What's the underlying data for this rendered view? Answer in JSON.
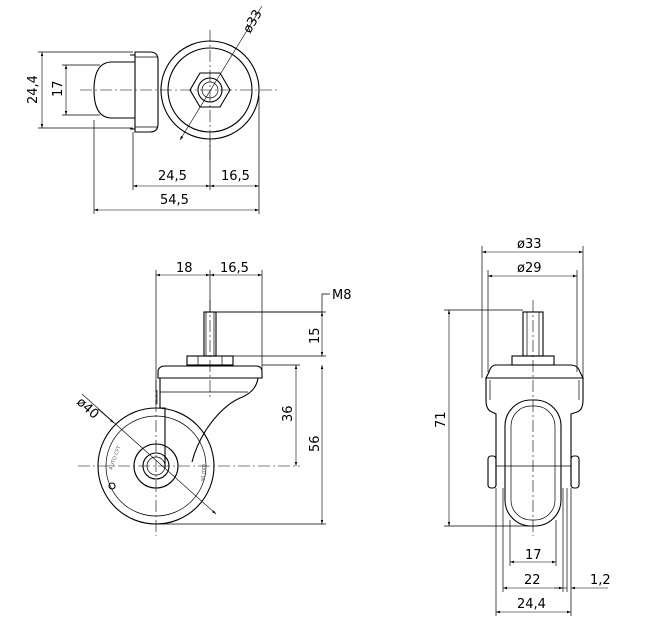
{
  "top_view": {
    "dia_33": "ø33",
    "h_24_4": "24,4",
    "h_17": "17",
    "w_24_5": "24,5",
    "w_16_5": "16,5",
    "w_54_5": "54,5"
  },
  "side_view": {
    "w_18": "18",
    "w_16_5": "16,5",
    "thread": "M8",
    "h_15": "15",
    "h_36": "36",
    "h_56": "56",
    "dia_40": "ø40",
    "wheel_text_1": "AUTO CFT",
    "wheel_text_2": "40 mm"
  },
  "front_view": {
    "dia_33": "ø33",
    "dia_29": "ø29",
    "h_71": "71",
    "w_17": "17",
    "w_22": "22",
    "w_24_4": "24,4",
    "offset_1_2": "1,2"
  }
}
